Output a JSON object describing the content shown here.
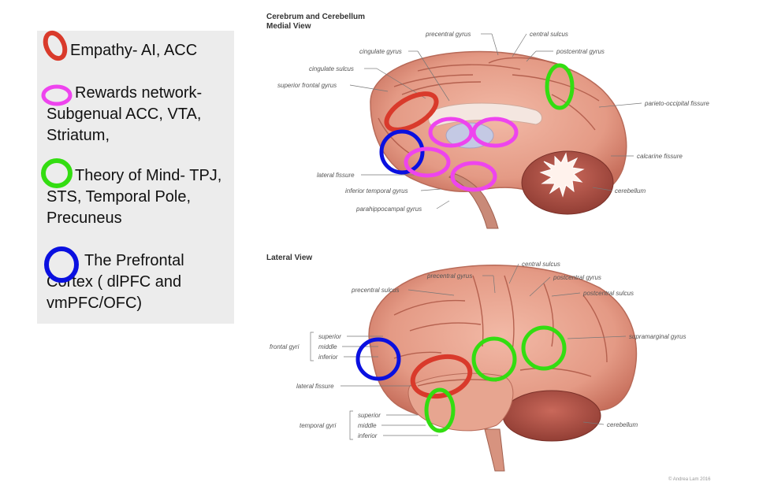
{
  "legend": {
    "items": [
      {
        "text": "Empathy- AI, ACC",
        "color": "#d93a2b"
      },
      {
        "text": "Rewards network- Subgenual ACC, VTA, Striatum,",
        "color": "#ee44ee"
      },
      {
        "text": "Theory of Mind- TPJ, STS, Temporal Pole, Precuneus",
        "color": "#33dd11"
      },
      {
        "text": "The Prefrontal Cortex ( dlPFC and vmPFC/OFC)",
        "color": "#0a10e0"
      }
    ]
  },
  "medial": {
    "heading1": "Cerebrum and Cerebellum",
    "heading2": "Medial View",
    "labels": {
      "precentral_gyrus": "precentral gyrus",
      "central_sulcus": "central sulcus",
      "cingulate_gyrus": "cingulate gyrus",
      "postcentral_gyrus": "postcentral gyrus",
      "cingulate_sulcus": "cingulate sulcus",
      "superior_frontal_gyrus": "superior frontal gyrus",
      "parieto_occipital_fissure": "parieto-occipital fissure",
      "calcarine_fissure": "calcarine fissure",
      "lateral_fissure": "lateral fissure",
      "cerebellum": "cerebellum",
      "inferior_temporal_gyrus": "inferior temporal gyrus",
      "parahippocampal_gyrus": "parahippocampal gyrus"
    }
  },
  "lateral": {
    "heading": "Lateral View",
    "labels": {
      "central_sulcus": "central sulcus",
      "precentral_gyrus": "precentral gyrus",
      "postcentral_gyrus": "postcentral gyrus",
      "precentral_sulcus": "precentral sulcus",
      "postcentral_sulcus": "postcentral sulcus",
      "superior": "superior",
      "frontal_gyri": "frontal gyri",
      "middle": "middle",
      "inferior": "inferior",
      "supramarginal_gyrus": "supramarginal gyrus",
      "lateral_fissure": "lateral fissure",
      "superior_t": "superior",
      "temporal_gyri": "temporal gyri",
      "middle_t": "middle",
      "inferior_t": "inferior",
      "cerebellum": "cerebellum"
    }
  },
  "copyright": "© Andrea Lam 2016"
}
